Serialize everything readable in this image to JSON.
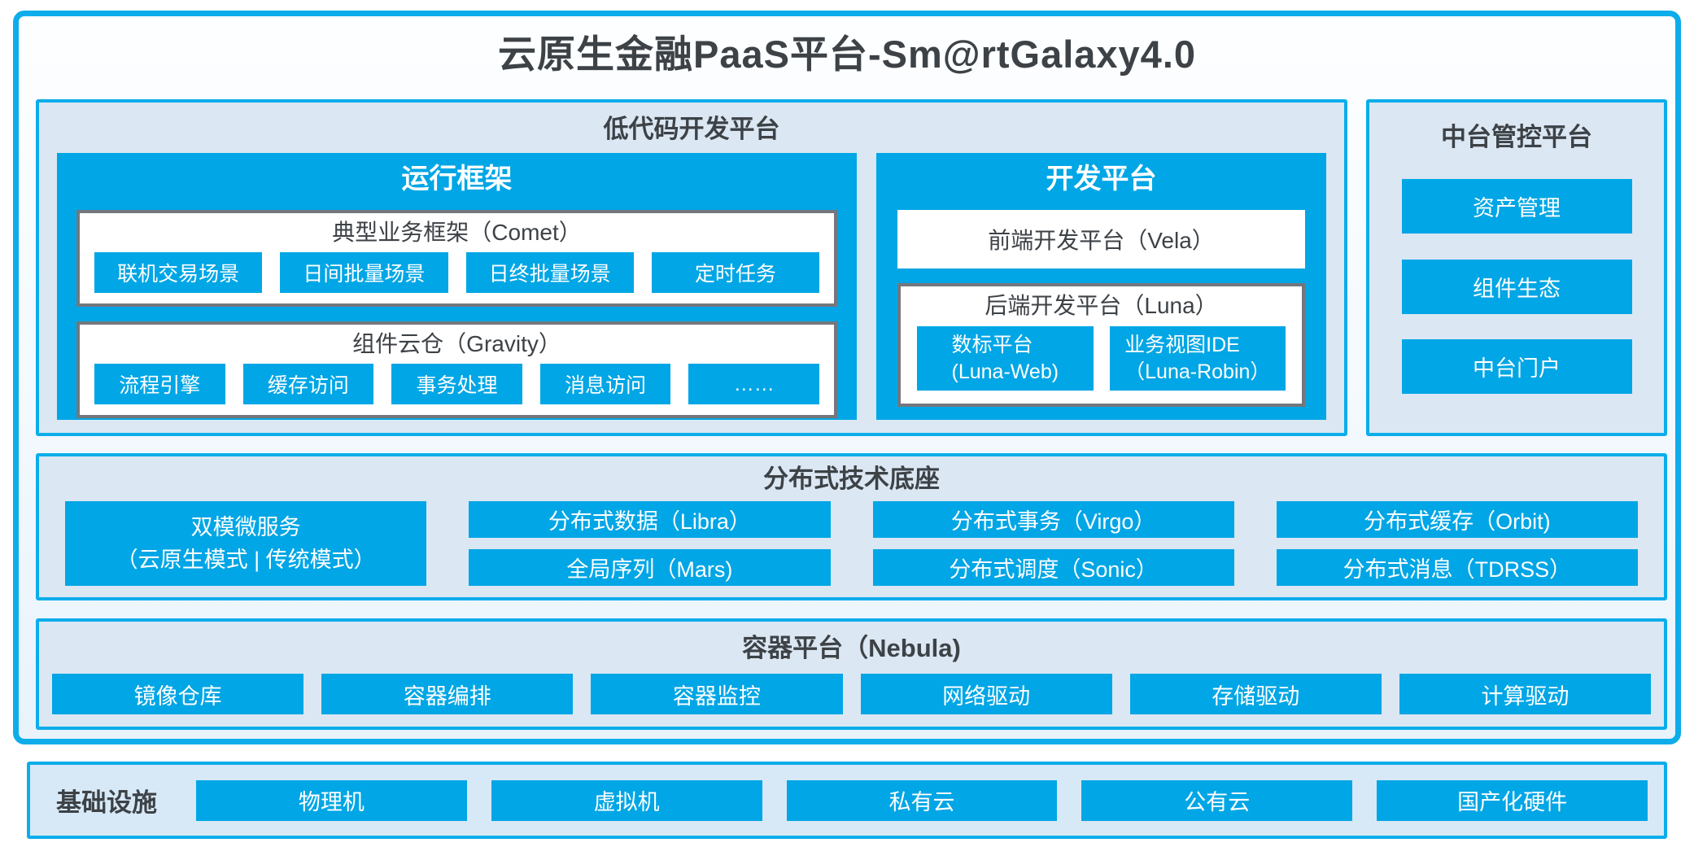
{
  "title": "云原生金融PaaS平台-Sm@rtGalaxy4.0",
  "colors": {
    "accent_blue": "#00a6e5",
    "panel_border": "#0cadea",
    "panel_bg": "#dbe7f3",
    "infra_panel_bg": "#d7e9f6",
    "white_box_border": "#73777d",
    "dark_text": "#3d4247"
  },
  "lowcode": {
    "title": "低代码开发平台",
    "runtime": {
      "title": "运行框架",
      "comet": {
        "title": "典型业务框架（Comet）",
        "items": [
          "联机交易场景",
          "日间批量场景",
          "日终批量场景",
          "定时任务"
        ]
      },
      "gravity": {
        "title": "组件云仓（Gravity）",
        "items": [
          "流程引擎",
          "缓存访问",
          "事务处理",
          "消息访问",
          "……"
        ]
      }
    },
    "dev": {
      "title": "开发平台",
      "vela": "前端开发平台（Vela）",
      "luna": {
        "title": "后端开发平台（Luna）",
        "items": [
          {
            "line1": "数标平台",
            "line2": "(Luna-Web)"
          },
          {
            "line1": "业务视图IDE",
            "line2": "（Luna-Robin）"
          }
        ]
      }
    }
  },
  "midplatform": {
    "title": "中台管控平台",
    "items": [
      "资产管理",
      "组件生态",
      "中台门户"
    ]
  },
  "distributed": {
    "title": "分布式技术底座",
    "dual": {
      "line1": "双模微服务",
      "line2": "（云原生模式 | 传统模式）"
    },
    "items": [
      "分布式数据（Libra）",
      "分布式事务（Virgo）",
      "分布式缓存（Orbit)",
      "全局序列（Mars)",
      "分布式调度（Sonic）",
      "分布式消息（TDRSS）"
    ]
  },
  "container_platform": {
    "title": "容器平台（Nebula)",
    "items": [
      "镜像仓库",
      "容器编排",
      "容器监控",
      "网络驱动",
      "存储驱动",
      "计算驱动"
    ]
  },
  "infrastructure": {
    "title": "基础设施",
    "items": [
      "物理机",
      "虚拟机",
      "私有云",
      "公有云",
      "国产化硬件"
    ]
  }
}
